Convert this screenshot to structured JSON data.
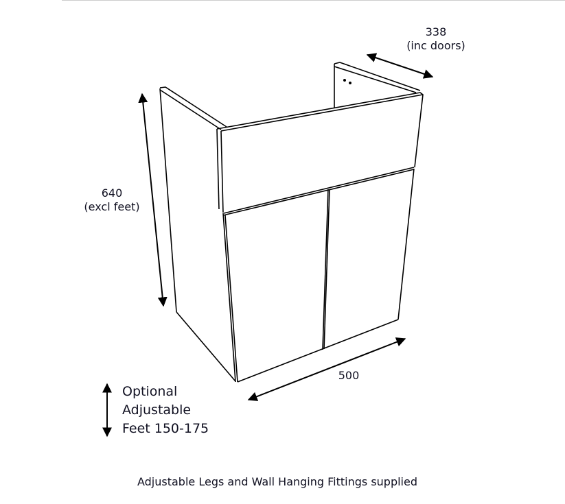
{
  "diagram": {
    "subject": "vanity-unit-two-door-cabinet",
    "dimensions": {
      "depth": {
        "value": "338",
        "note": "(inc doors)"
      },
      "height": {
        "value": "640",
        "note": "(excl feet)"
      },
      "width": {
        "value": "500"
      }
    },
    "feet_note": {
      "line1": "Optional",
      "line2": "Adjustable",
      "line3": "Feet 150-175"
    },
    "caption": "Adjustable Legs and Wall Hanging Fittings supplied",
    "colors": {
      "line": "#000000",
      "text": "#111122",
      "rule": "#cccccc"
    }
  }
}
